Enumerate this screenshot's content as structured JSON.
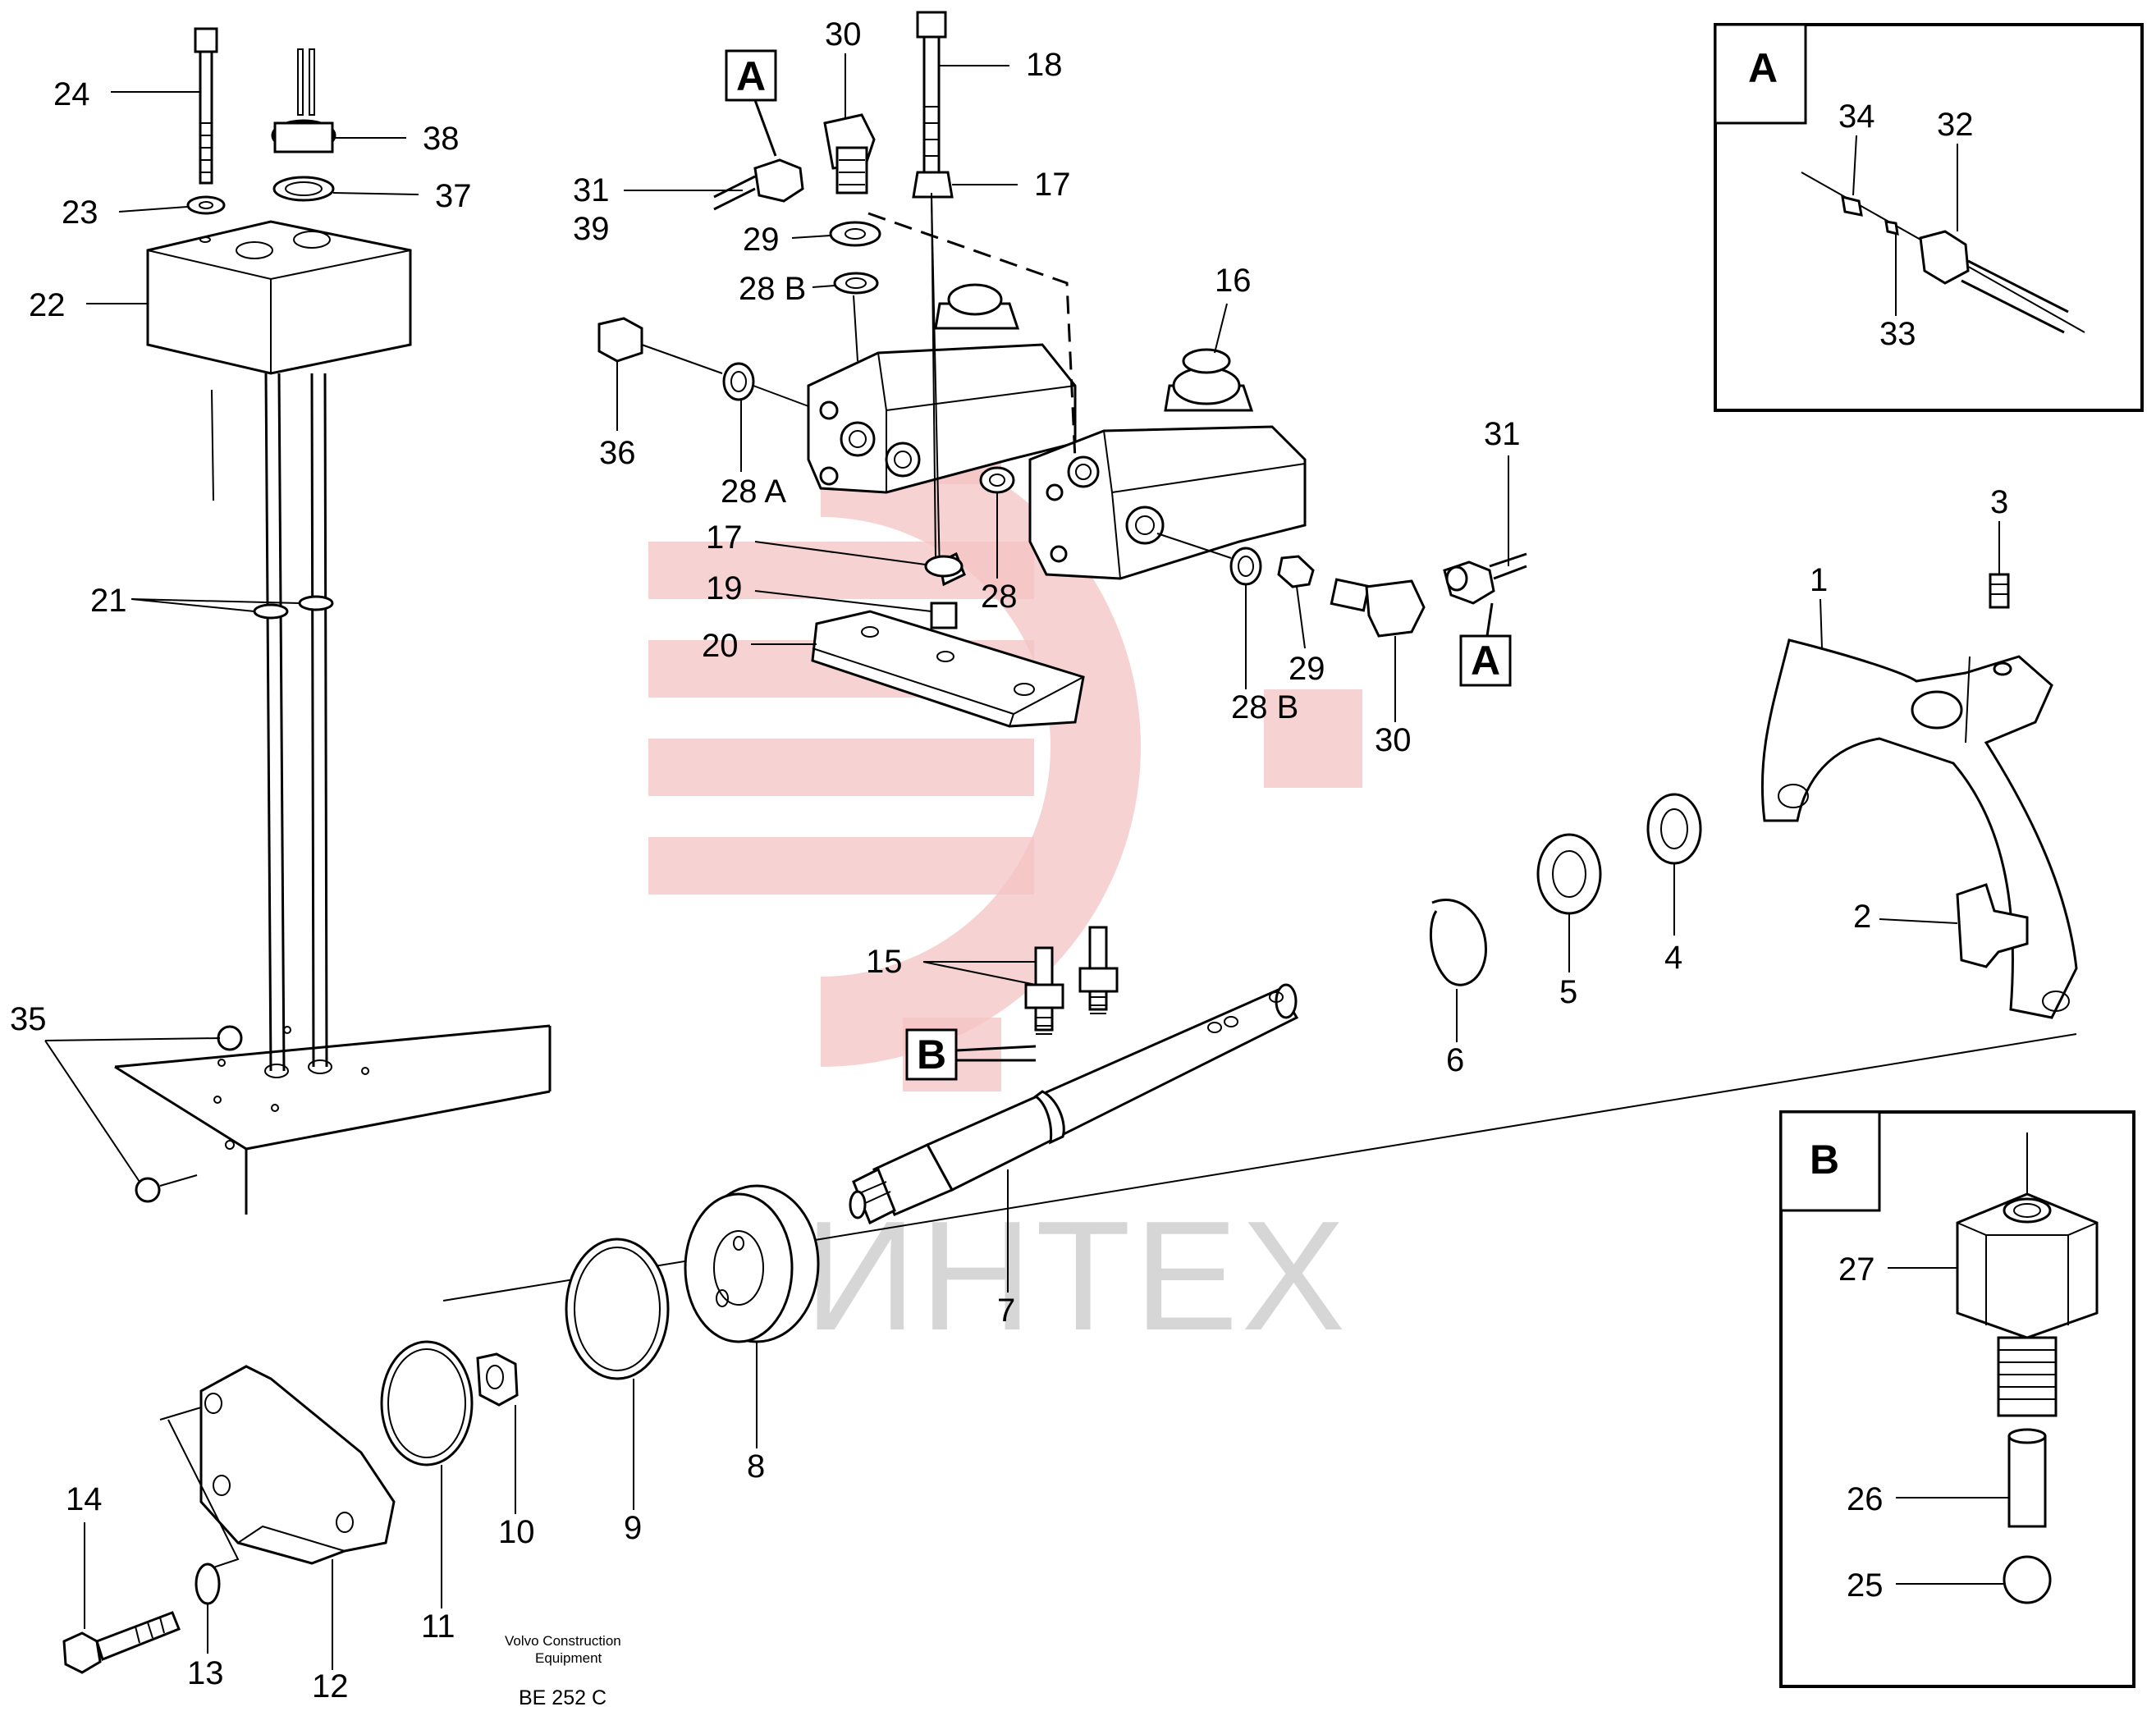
{
  "watermark": {
    "text": "ИНТЕХ",
    "color": "#f4c3c3"
  },
  "callout_a": {
    "letter": "A"
  },
  "callout_b": {
    "letter": "B"
  },
  "inset_a": {
    "title": "A",
    "labels": [
      "34",
      "32",
      "33"
    ]
  },
  "inset_b": {
    "title": "B",
    "labels": [
      "27",
      "26",
      "25"
    ]
  },
  "footer": {
    "maker_line1": "Volvo Construction",
    "maker_line2": "Equipment",
    "drawing_code": "BE 252 C"
  },
  "labels": {
    "l1": "1",
    "l2": "2",
    "l3": "3",
    "l4": "4",
    "l5": "5",
    "l6": "6",
    "l7": "7",
    "l8": "8",
    "l9": "9",
    "l10": "10",
    "l11": "11",
    "l12": "12",
    "l13": "13",
    "l14": "14",
    "l15": "15",
    "l16": "16",
    "l17a": "17",
    "l17b": "17",
    "l18": "18",
    "l19": "19",
    "l20": "20",
    "l21": "21",
    "l22": "22",
    "l23": "23",
    "l24": "24",
    "l28a": "28 A",
    "l28": "28",
    "l28b1": "28 B",
    "l28b2": "28 B",
    "l29a": "29",
    "l29b": "29",
    "l30a": "30",
    "l30b": "30",
    "l31a": "31",
    "l31b": "31",
    "l35": "35",
    "l36": "36",
    "l37": "37",
    "l38": "38",
    "l39": "39"
  }
}
